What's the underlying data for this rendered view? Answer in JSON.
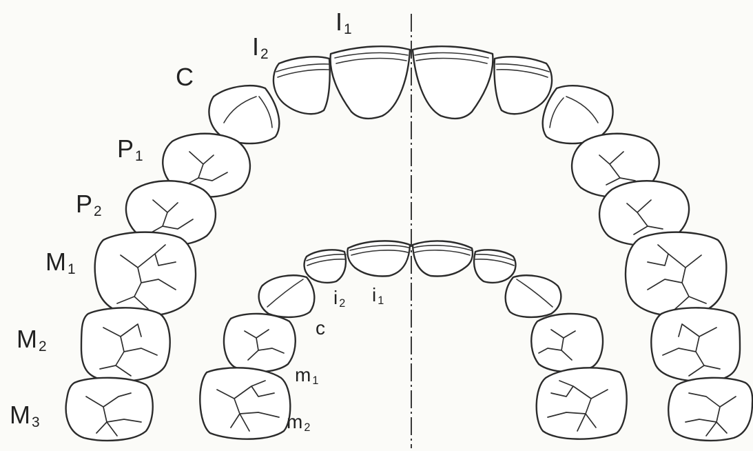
{
  "permanent_labels": {
    "I1": {
      "base": "I",
      "sub": "1"
    },
    "I2": {
      "base": "I",
      "sub": "2"
    },
    "C": {
      "base": "C",
      "sub": ""
    },
    "P1": {
      "base": "P",
      "sub": "1"
    },
    "P2": {
      "base": "P",
      "sub": "2"
    },
    "M1": {
      "base": "M",
      "sub": "1"
    },
    "M2": {
      "base": "M",
      "sub": "2"
    },
    "M3": {
      "base": "M",
      "sub": "3"
    }
  },
  "deciduous_labels": {
    "i2": {
      "base": "i",
      "sub": "2"
    },
    "i1": {
      "base": "i",
      "sub": "1"
    },
    "c": {
      "base": "c",
      "sub": ""
    },
    "m1": {
      "base": "m",
      "sub": "1"
    },
    "m2": {
      "base": "m",
      "sub": "2"
    }
  }
}
